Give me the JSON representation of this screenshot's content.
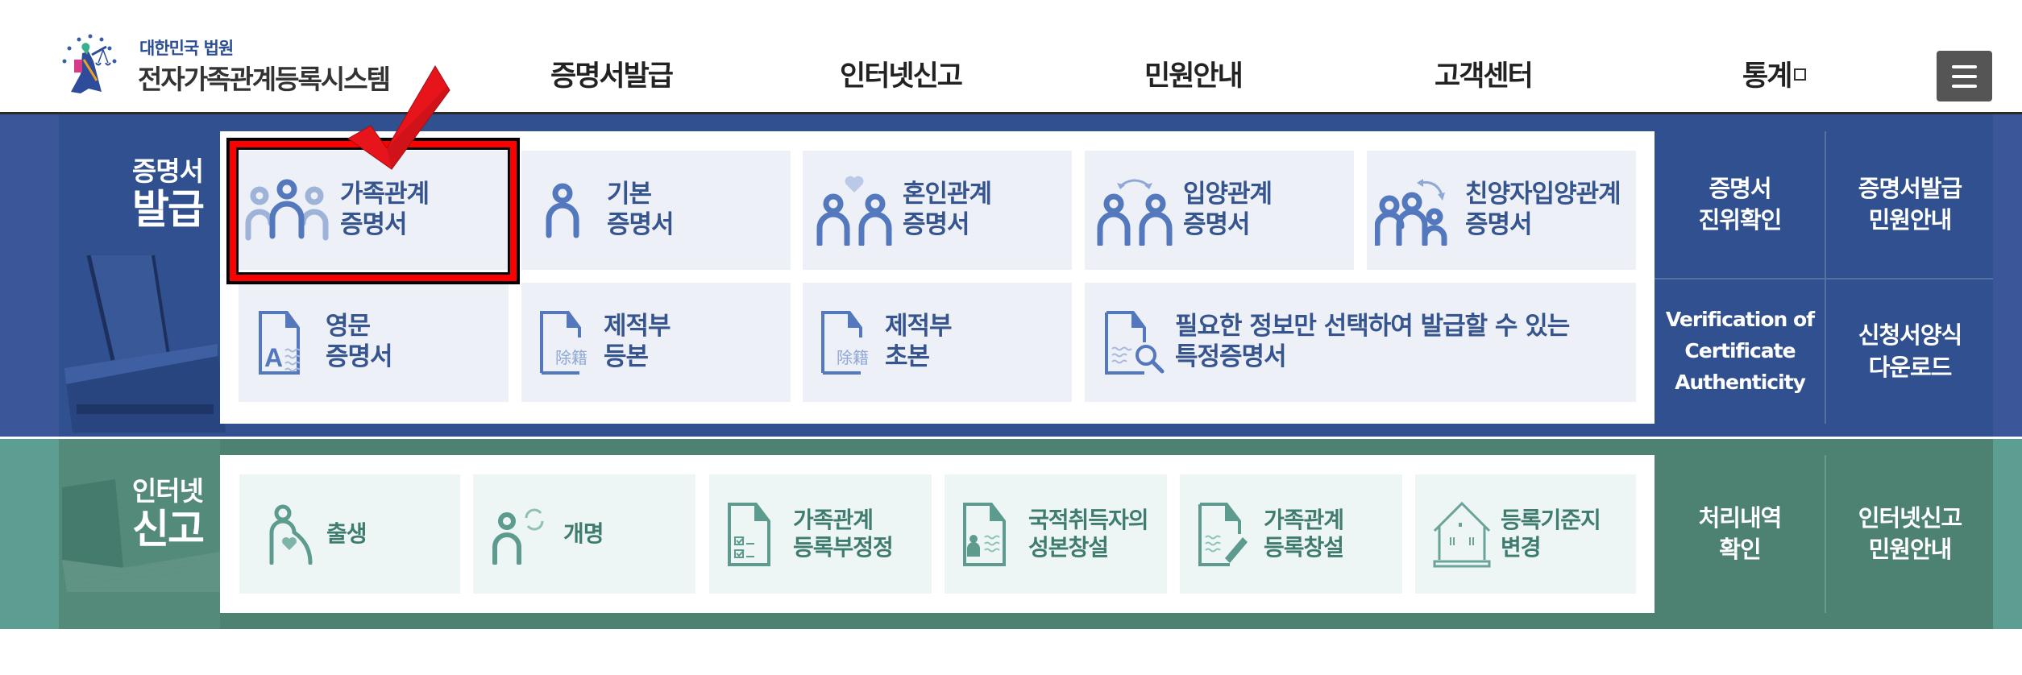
{
  "header": {
    "logo": {
      "small": "대한민국 법원",
      "big": "전자가족관계등록시스템"
    },
    "nav": [
      {
        "label": "증명서발급"
      },
      {
        "label": "인터넷신고"
      },
      {
        "label": "민원안내"
      },
      {
        "label": "고객센터"
      },
      {
        "label": "통계",
        "icon": "external-link-icon"
      }
    ],
    "menu_button": "hamburger-menu-icon"
  },
  "certificate_section": {
    "title_line1": "증명서",
    "title_line2": "발급",
    "accent_color": "#31508f",
    "tiles": [
      {
        "line1": "가족관계",
        "line2": "증명서",
        "icon": "family-icon",
        "highlighted": true
      },
      {
        "line1": "기본",
        "line2": "증명서",
        "icon": "person-icon"
      },
      {
        "line1": "혼인관계",
        "line2": "증명서",
        "icon": "couple-heart-icon"
      },
      {
        "line1": "입양관계",
        "line2": "증명서",
        "icon": "adoption-arrows-icon"
      },
      {
        "line1": "친양자입양관계",
        "line2": "증명서",
        "icon": "family-adoption-icon"
      },
      {
        "line1": "영문",
        "line2": "증명서",
        "icon": "english-document-icon"
      },
      {
        "line1": "제적부",
        "line2": "등본",
        "icon": "removed-register-document-icon",
        "icon_text": "除籍"
      },
      {
        "line1": "제적부",
        "line2": "초본",
        "icon": "removed-register-document-icon",
        "icon_text": "除籍"
      },
      {
        "line1": "필요한 정보만 선택하여 발급할 수 있는",
        "line2": "특정증명서",
        "icon": "document-search-icon"
      }
    ],
    "quick_links": [
      {
        "line1": "증명서",
        "line2": "진위확인"
      },
      {
        "line1": "증명서발급",
        "line2": "민원안내"
      },
      {
        "line1": "Verification of",
        "line2": "Certificate",
        "line3": "Authenticity"
      },
      {
        "line1": "신청서양식",
        "line2": "다운로드"
      }
    ]
  },
  "report_section": {
    "title_line1": "인터넷",
    "title_line2": "신고",
    "accent_color": "#4d8273",
    "tiles": [
      {
        "line1": "출생",
        "icon": "pregnant-person-icon"
      },
      {
        "line1": "개명",
        "icon": "person-rename-icon"
      },
      {
        "line1": "가족관계",
        "line2": "등록부정정",
        "icon": "checklist-document-icon"
      },
      {
        "line1": "국적취득자의",
        "line2": "성본창설",
        "icon": "person-id-document-icon"
      },
      {
        "line1": "가족관계",
        "line2": "등록창설",
        "icon": "document-pen-icon"
      },
      {
        "line1": "등록기준지",
        "line2": "변경",
        "icon": "house-icon"
      }
    ],
    "quick_links": [
      {
        "line1": "처리내역",
        "line2": "확인"
      },
      {
        "line1": "인터넷신고",
        "line2": "민원안내"
      }
    ]
  },
  "annotation": {
    "highlight_color": "#ff0000",
    "checkmark_color": "#e8141c"
  }
}
